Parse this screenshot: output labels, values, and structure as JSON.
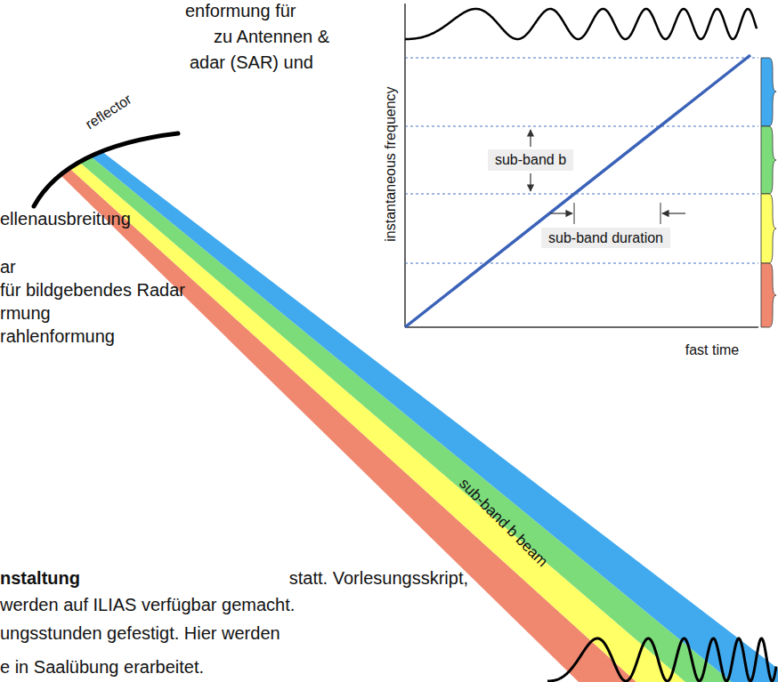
{
  "diagram": {
    "labels": [
      "enformung für",
      "zu Antennen &",
      "adar (SAR) und",
      "reflector",
      "instantaneous frequency",
      "sub-band b",
      "sub-band duration",
      "fast time",
      "ellenausbreitung",
      "ar",
      "für bildgebendes Radar",
      "rmung",
      "rahlenformung",
      "sub-band b beam",
      "nstaltung",
      "statt. Vorlesungsskript,",
      "werden auf ILIAS verfügbar gemacht.",
      "ungsstunden gefestigt. Hier werden",
      "e in Saalübung erarbeitet."
    ]
  }
}
